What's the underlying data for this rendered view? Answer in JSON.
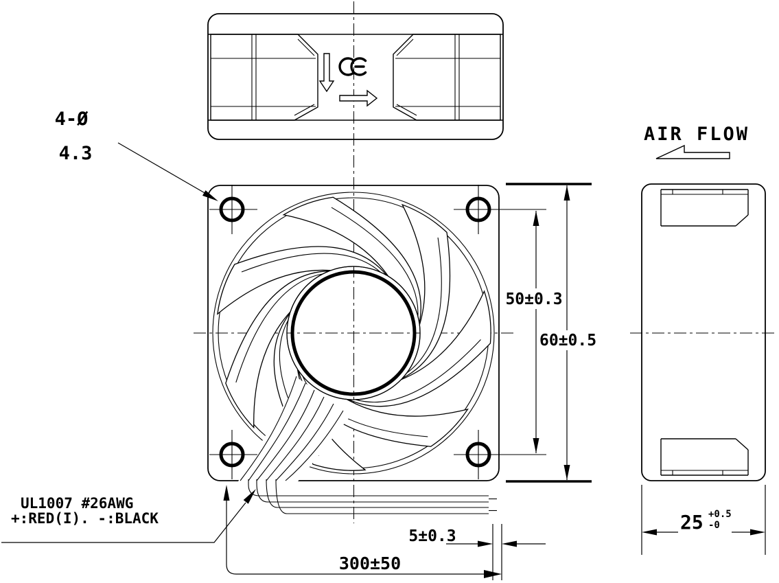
{
  "colors": {
    "ink": "#000000",
    "background": "#ffffff"
  },
  "callouts": {
    "mounting_holes": {
      "line1": "4-Ø",
      "line2": "4.3"
    },
    "air_flow": {
      "label": "AIR FLOW"
    },
    "lead_wires": {
      "line1": "UL1007 #26AWG",
      "line2": "+:RED(I). -:BLACK"
    }
  },
  "dimensions": {
    "hole_pitch": "50±0.3",
    "frame_size": "60±0.5",
    "lead_strip": "5±0.3",
    "lead_length": "300±50",
    "frame_depth": {
      "base": "25",
      "upper": "+0.5",
      "lower": "-0"
    }
  },
  "marks": {
    "ce": "CE"
  }
}
